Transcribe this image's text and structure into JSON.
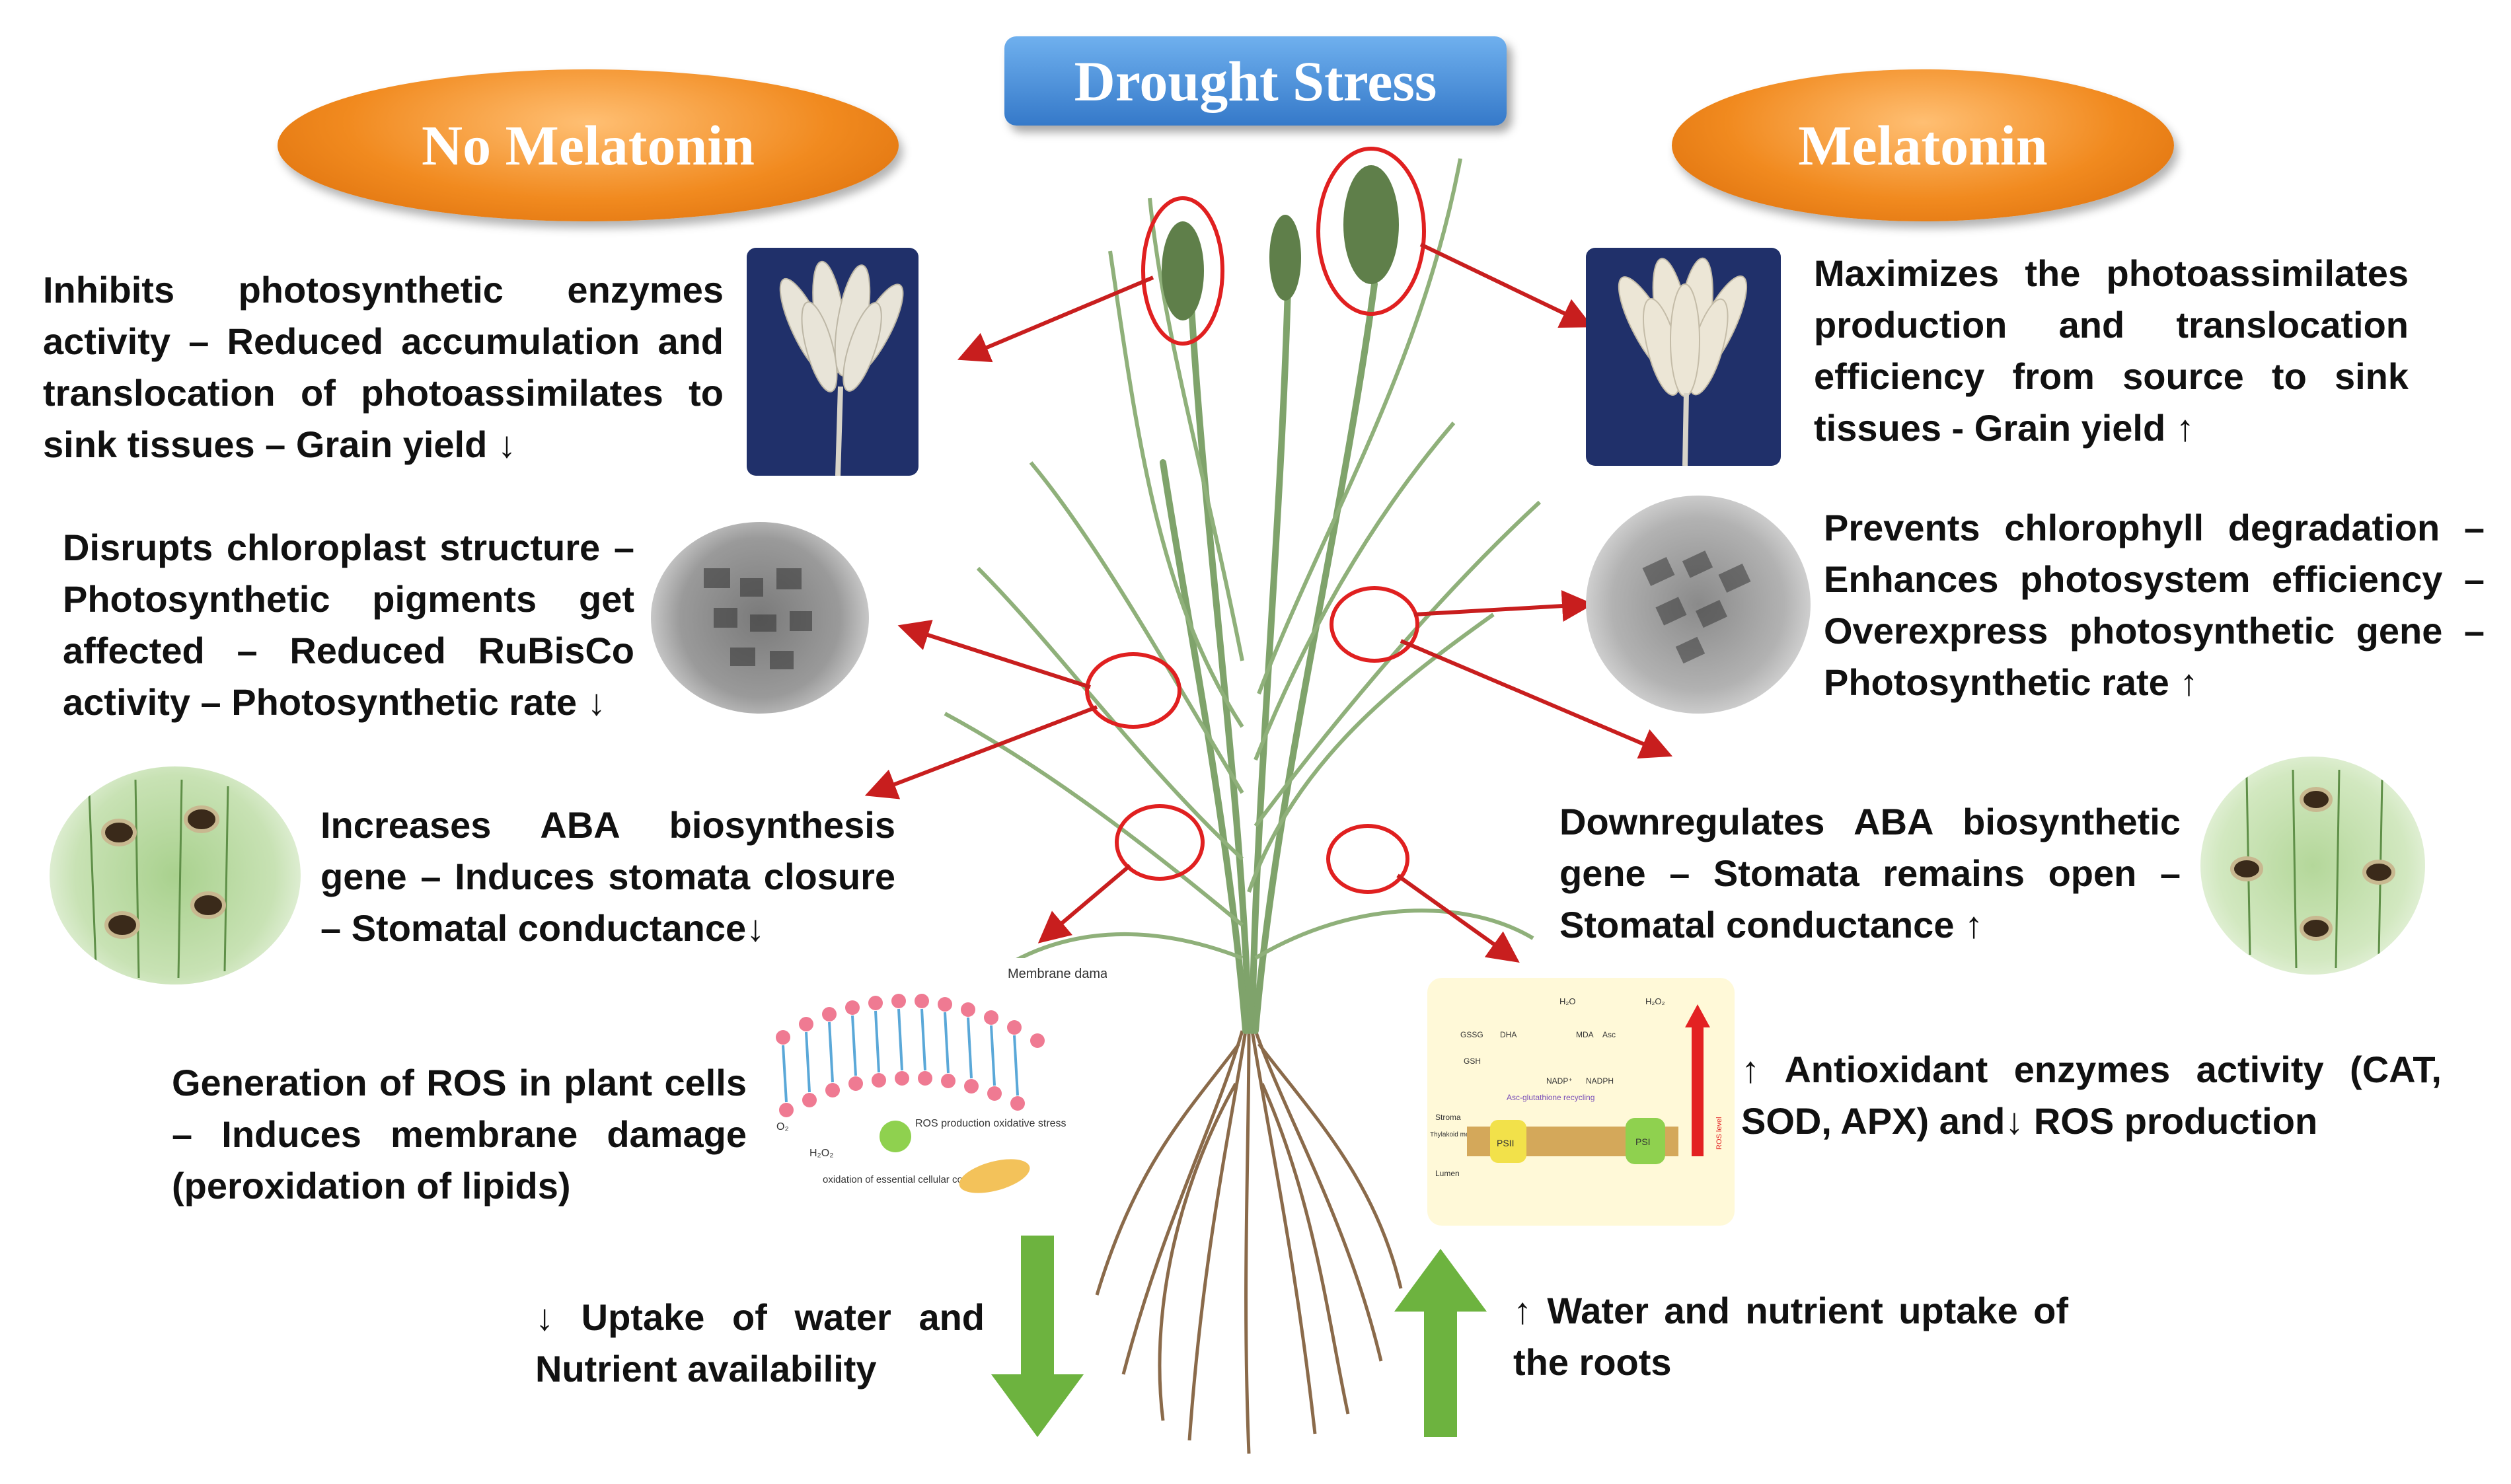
{
  "title": "Drought Stress",
  "left_header": "No Melatonin",
  "right_header": "Melatonin",
  "left_effects": [
    "Inhibits photosynthetic enzymes activity – Reduced accumulation and translocation of photoassimilates to sink tissues – Grain yield ↓",
    "Disrupts chloroplast structure – Photosynthetic pigments get affected – Reduced RuBisCo activity – Photosynthetic rate ↓",
    "Increases ABA biosynthesis gene – Induces stomata closure – Stomatal conductance↓",
    "Generation of ROS in plant cells – Induces membrane damage (peroxidation of lipids)",
    "↓ Uptake of water and Nutrient availability"
  ],
  "right_effects": [
    "Maximizes the photoassimilates production and translocation efficiency from source to sink tissues - Grain yield ↑",
    "Prevents chlorophyll degradation – Enhances photosystem efficiency – Overexpress photosynthetic gene – Photosynthetic rate ↑",
    "Downregulates ABA biosynthetic gene – Stomata remains open – Stomatal conductance ↑",
    "↑ Antioxidant enzymes activity (CAT, SOD, APX) and↓ ROS production",
    "↑ Water and nutrient uptake of the roots"
  ],
  "membrane_figure": {
    "title": "Membrane damage",
    "labels": [
      "ROS production oxidative stress",
      "H₂O₂",
      "oxidation of essential cellular components",
      "O₂"
    ]
  },
  "antioxidant_figure": {
    "labels": [
      "H₂O",
      "H₂O₂",
      "GSSG",
      "DHA",
      "MDA",
      "Asc",
      "GSH",
      "NADP⁺",
      "NADPH",
      "Stroma",
      "Thylakoid membrane",
      "Lumen",
      "PSII",
      "PSI",
      "Asc-glutathione recycling",
      "ROS level"
    ]
  },
  "colors": {
    "title_box": "#3f86d6",
    "header_pill": "#f18a1f",
    "pointer_arrow": "#c81e1e",
    "highlight_circle": "#e02020",
    "uptake_arrow": "#6db33f",
    "text": "#111111"
  }
}
